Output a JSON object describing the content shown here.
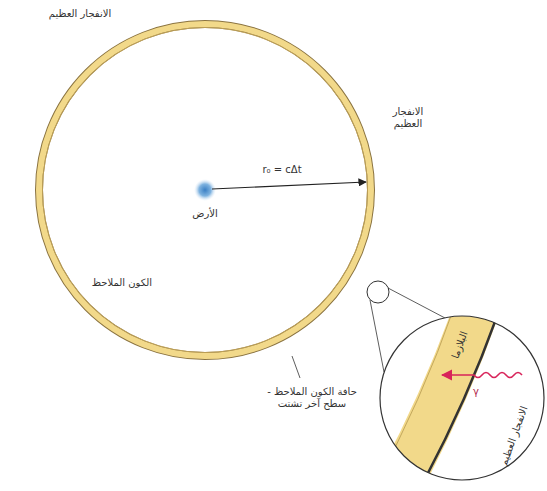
{
  "diagram": {
    "labels": [
      "الانفجار العظيم",
      "r₀ = cΔt",
      "الانفجار العظيم",
      "الأرض",
      "الكون الملاحظ",
      "حافة الكون الملاحظ - سطح آخر تشتت",
      "البلازما",
      "γ",
      "الانفجار العظيم"
    ]
  }
}
